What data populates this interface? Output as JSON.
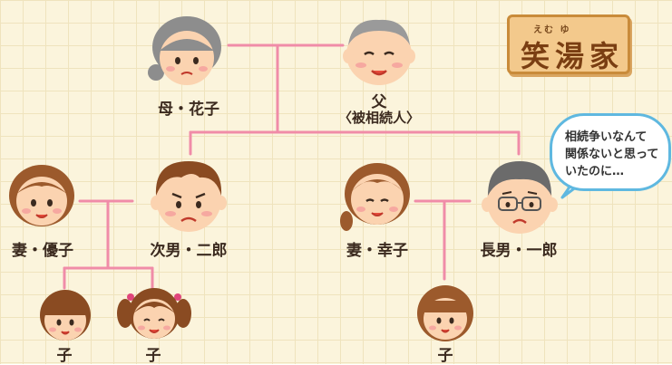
{
  "sign": {
    "ruby": "えむ ゆ",
    "title": "笑湯家"
  },
  "people": {
    "mother": {
      "label": "母・花子"
    },
    "father": {
      "label": "父",
      "sublabel": "〈被相続人〉"
    },
    "jiro_wife": {
      "label": "妻・優子"
    },
    "jiro": {
      "label": "次男・二郎"
    },
    "ichiro_wife": {
      "label": "妻・幸子"
    },
    "ichiro": {
      "label": "長男・一郎"
    },
    "child1": {
      "label": "子"
    },
    "child2": {
      "label": "子"
    },
    "child3": {
      "label": "子"
    }
  },
  "bubble": {
    "lines": [
      "相続争いなんて",
      "関係ないと思って",
      "いたのに…"
    ]
  },
  "colors": {
    "line": "#f08ca8",
    "background": "#fbf4dc",
    "sign_bg": "#f3c98c",
    "bubble_border": "#5fb8e0"
  }
}
